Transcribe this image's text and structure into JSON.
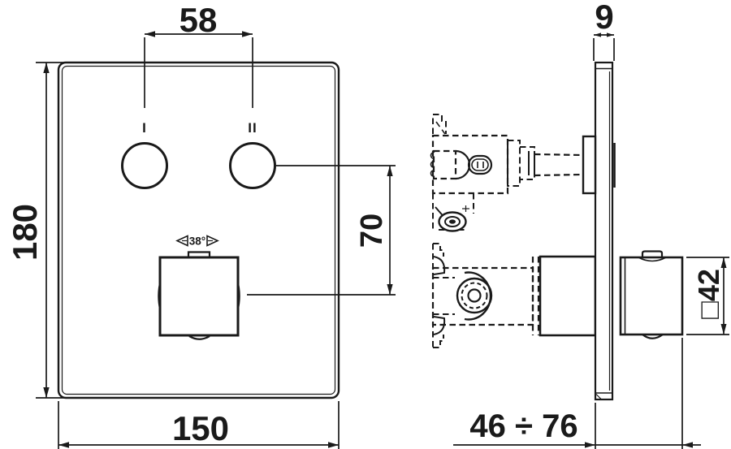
{
  "drawing": {
    "background_color": "#ffffff",
    "line_color": "#1a1a1a",
    "front_view": {
      "width_label": "150",
      "height_label": "180",
      "knob_spacing_label": "58",
      "knob_to_handle_label": "70",
      "knob1_label": "I",
      "knob2_label": "II",
      "temperature_limit_label": "38°"
    },
    "side_view": {
      "plate_thickness_label": "9",
      "installation_depth_label": "46 ÷ 76",
      "handle_size_label": "□42"
    }
  }
}
